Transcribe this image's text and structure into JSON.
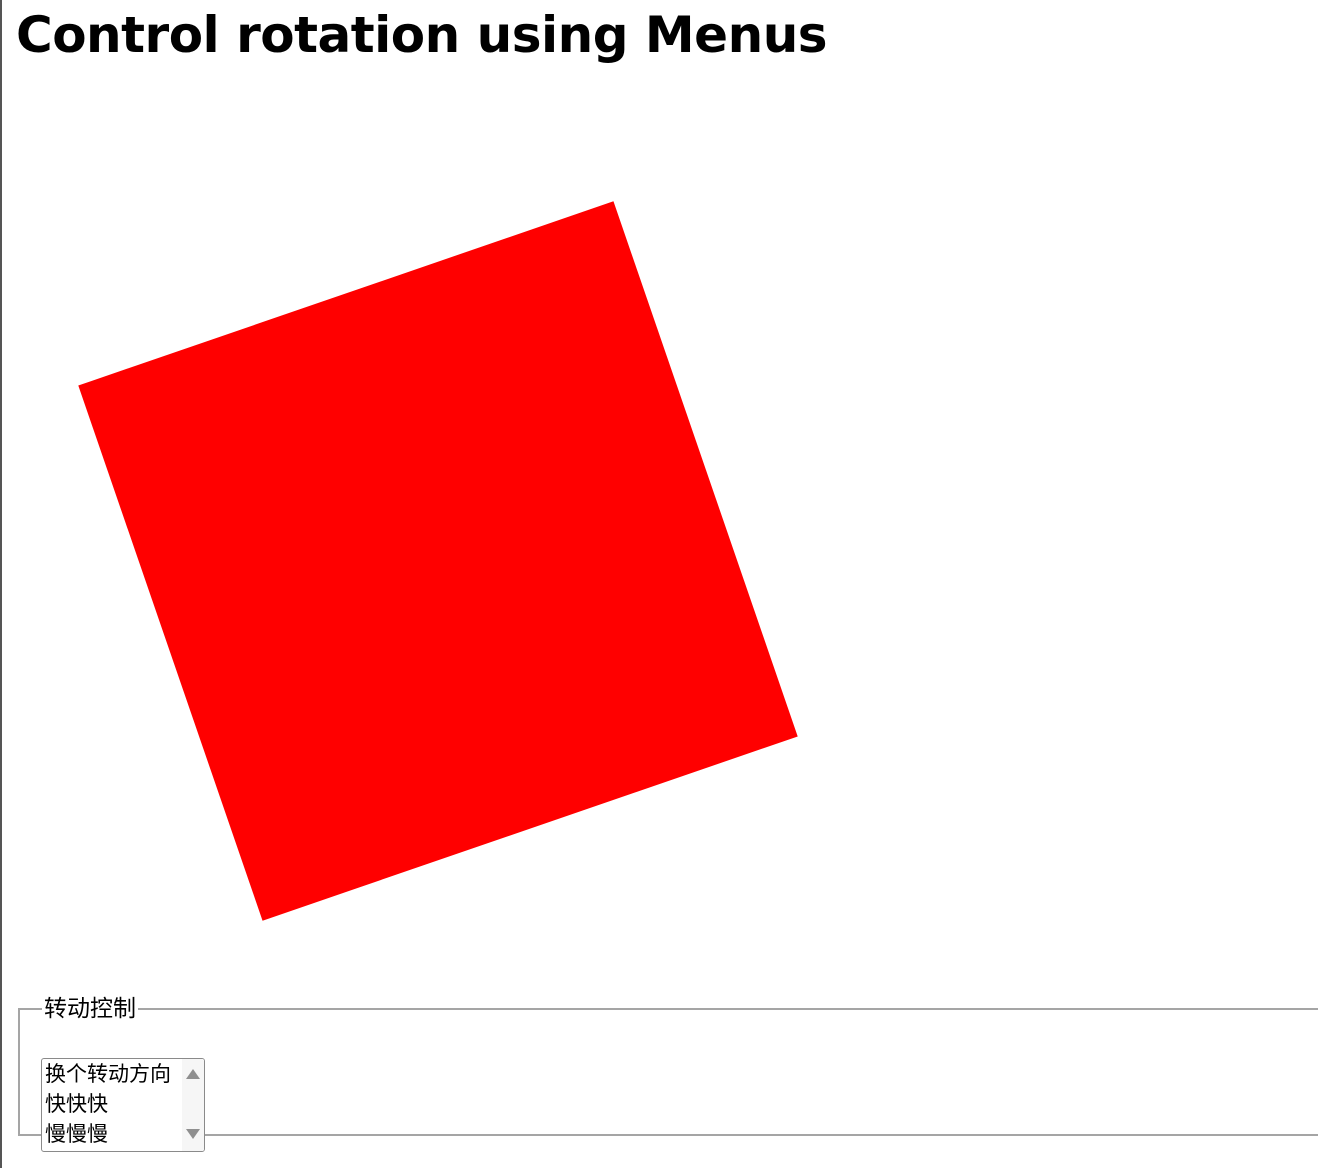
{
  "page": {
    "title": "Control rotation using Menus"
  },
  "scene": {
    "shape_color": "#ff0000",
    "rotation_deg": -19
  },
  "controls": {
    "legend": "转动控制",
    "options": [
      "换个转动方向",
      "快快快",
      "慢慢慢"
    ]
  },
  "icons": {
    "scroll_up": "triangle-up-icon",
    "scroll_down": "triangle-down-icon"
  },
  "colors": {
    "background": "#ffffff",
    "border": "#a5a5a5",
    "scroll_arrow": "#8f8f8f"
  }
}
